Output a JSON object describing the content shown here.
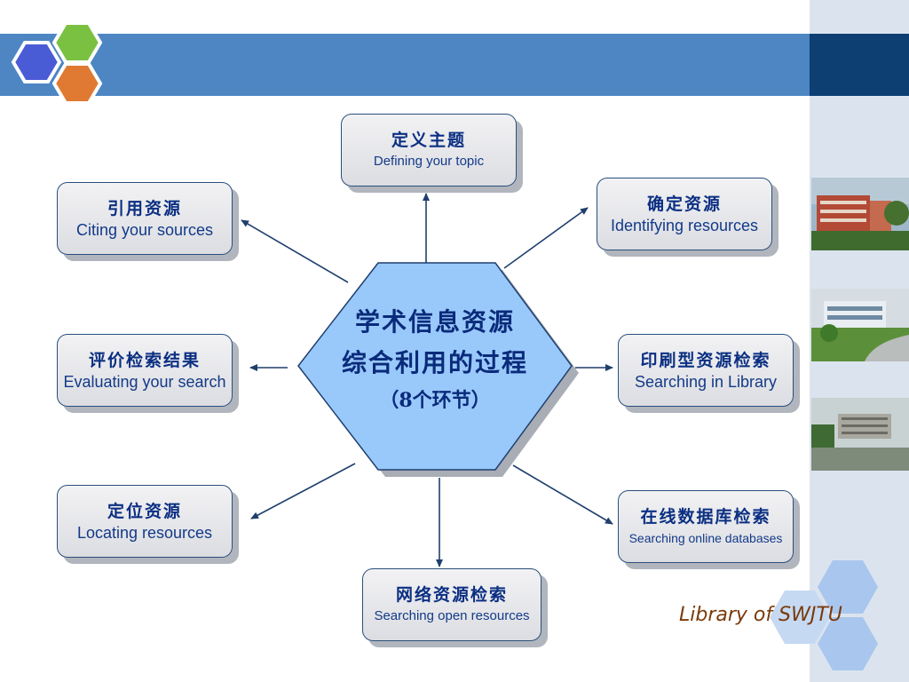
{
  "center": {
    "line1": "学术信息资源",
    "line2": "综合利用的过程",
    "line3": "（8个环节）"
  },
  "nodes": {
    "defining_topic": {
      "zh": "定义主题",
      "en": "Defining your topic"
    },
    "identifying_resources": {
      "zh": "确定资源",
      "en": "Identifying resources"
    },
    "searching_library": {
      "zh": "印刷型资源检索",
      "en": "Searching in Library"
    },
    "searching_databases": {
      "zh": "在线数据库检索",
      "en": "Searching online databases"
    },
    "searching_open": {
      "zh": "网络资源检索",
      "en": "Searching open resources"
    },
    "locating_resources": {
      "zh": "定位资源",
      "en": "Locating resources"
    },
    "evaluating_search": {
      "zh": "评价检索结果",
      "en": "Evaluating your search"
    },
    "citing_sources": {
      "zh": "引用资源",
      "en": "Citing your sources"
    }
  },
  "footer": {
    "library": "Library of SWJTU"
  },
  "colors": {
    "band": "#4e86c4",
    "band_dark": "#0d3f73",
    "hexagon_fill": "#99c9fb",
    "node_text": "#123a88",
    "arrow": "#1f3f6d",
    "logo_blue": "#4a5bd6",
    "logo_green": "#7ac142",
    "logo_orange": "#e07a32"
  }
}
